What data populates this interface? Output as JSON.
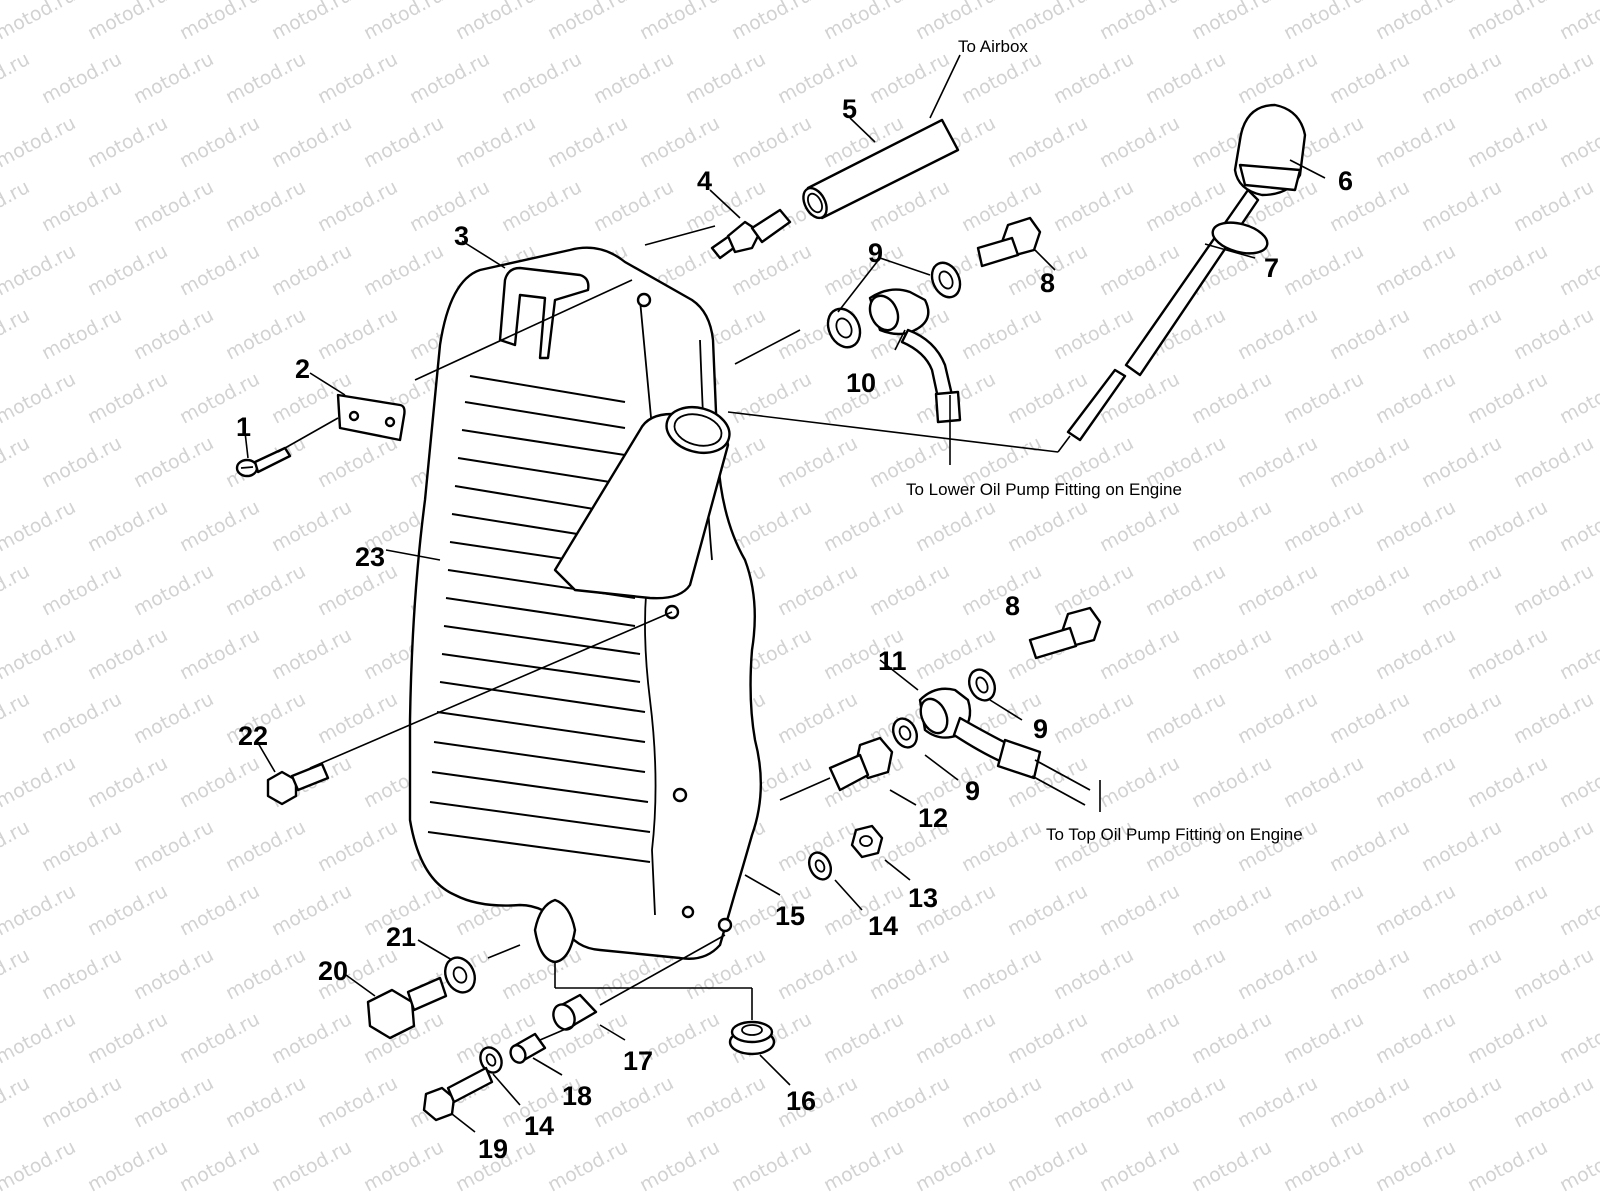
{
  "watermark": "motod.ru",
  "callouts": {
    "c1": "1",
    "c2": "2",
    "c3": "3",
    "c4": "4",
    "c5": "5",
    "c6": "6",
    "c7": "7",
    "c8a": "8",
    "c8b": "8",
    "c9a": "9",
    "c9b": "9",
    "c9c": "9",
    "c10": "10",
    "c11": "11",
    "c12": "12",
    "c13": "13",
    "c14a": "14",
    "c14b": "14",
    "c15": "15",
    "c16": "16",
    "c17": "17",
    "c18": "18",
    "c19": "19",
    "c20": "20",
    "c21": "21",
    "c22": "22",
    "c23": "23"
  },
  "notes": {
    "airbox": "To Airbox",
    "lower_pump": "To Lower Oil Pump Fitting on Engine",
    "top_pump": "To Top Oil Pump Fitting on Engine"
  }
}
